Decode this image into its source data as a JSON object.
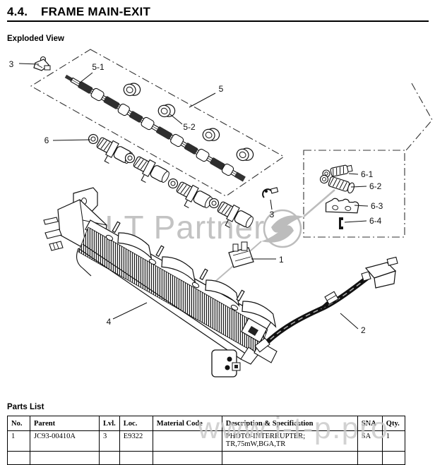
{
  "page": {
    "section_number": "4.4.",
    "section_title": "FRAME MAIN-EXIT",
    "exploded_view_label": "Exploded View",
    "parts_list_label": "Parts List"
  },
  "diagram": {
    "callouts": {
      "c3_top": "3",
      "c5_1": "5-1",
      "c5": "5",
      "c5_2": "5-2",
      "c6": "6",
      "c6_1": "6-1",
      "c6_2": "6-2",
      "c6_3": "6-3",
      "c6_4": "6-4",
      "c3_mid": "3",
      "c1": "1",
      "c4": "4",
      "c2": "2"
    }
  },
  "watermark": {
    "brand": "I.T Partner",
    "url": "www.i-t-p.pro",
    "brand_color": "#b9b9b9",
    "url_color": "#c8c8c8"
  },
  "parts_table": {
    "columns": [
      "No.",
      "Parent",
      "Lvl.",
      "Loc.",
      "Material Code",
      "Description & Specification",
      "SNA",
      "Qty."
    ],
    "rows": [
      {
        "no": "1",
        "parent": "JC93-00410A",
        "lvl": "3",
        "loc": "E9322",
        "material_code": "",
        "description_line1": "PHOTO-INTERRUPTER;",
        "description_line2": "TR,75mW,BGA,TR",
        "sna": "SA",
        "qty": "1"
      }
    ]
  }
}
